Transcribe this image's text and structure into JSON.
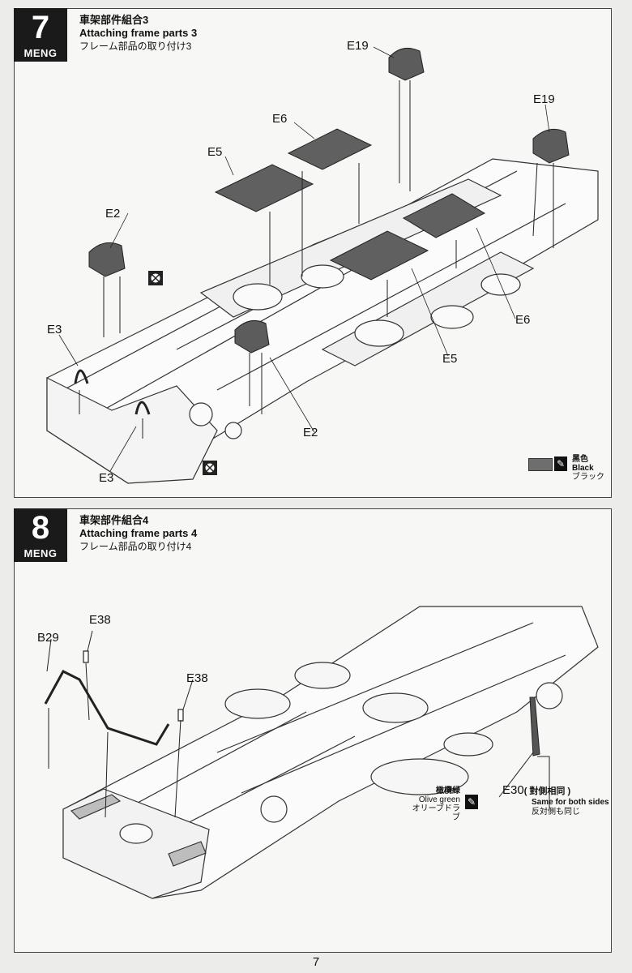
{
  "steps": [
    {
      "number": "7",
      "brand": "MENG",
      "title_cn": "車架部件組合3",
      "title_en": "Attaching frame parts 3",
      "title_jp": "フレーム部品の取り付け3",
      "callouts": {
        "e19_a": "E19",
        "e19_b": "E19",
        "e6_a": "E6",
        "e6_b": "E6",
        "e5_a": "E5",
        "e5_b": "E5",
        "e2_a": "E2",
        "e2_b": "E2",
        "e3_a": "E3",
        "e3_b": "E3"
      },
      "paint": {
        "cn": "黑色",
        "en": "Black",
        "jp": "ブラック",
        "swatch_color": "#6e6e6e"
      },
      "dont_glue_icon": "no-glue-icon"
    },
    {
      "number": "8",
      "brand": "MENG",
      "title_cn": "車架部件組合4",
      "title_en": "Attaching frame parts 4",
      "title_jp": "フレーム部品の取り付け4",
      "callouts": {
        "b29": "B29",
        "e38_a": "E38",
        "e38_b": "E38",
        "e30": "E30"
      },
      "e30_note": {
        "cn": "( 對側相同 )",
        "en": "Same for both sides",
        "jp": "反対側も同じ"
      },
      "paint": {
        "cn": "橄欖緑",
        "en": "Olive green",
        "jp": "オリーブドラブ"
      }
    }
  ],
  "page_number": "7"
}
